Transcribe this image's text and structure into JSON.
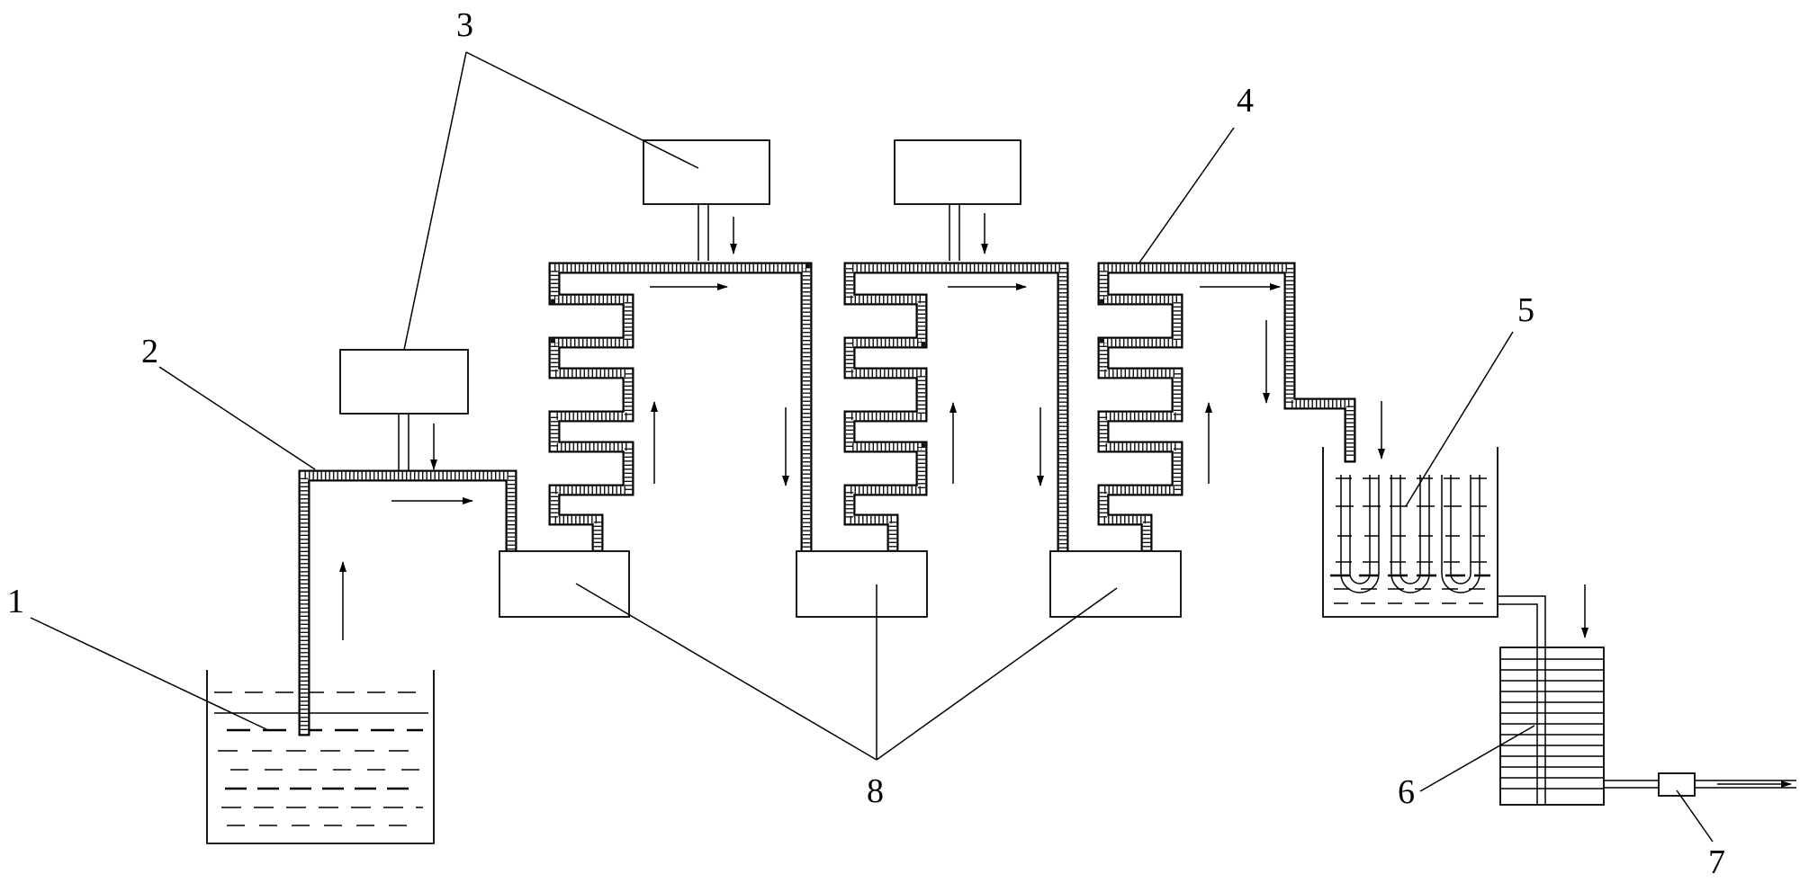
{
  "labels": {
    "tank": "1",
    "pipe": "2",
    "tanks_top": "3",
    "coil_pipe": "4",
    "cooling_bath": "5",
    "condenser": "6",
    "valve": "7",
    "heaters": "8"
  }
}
